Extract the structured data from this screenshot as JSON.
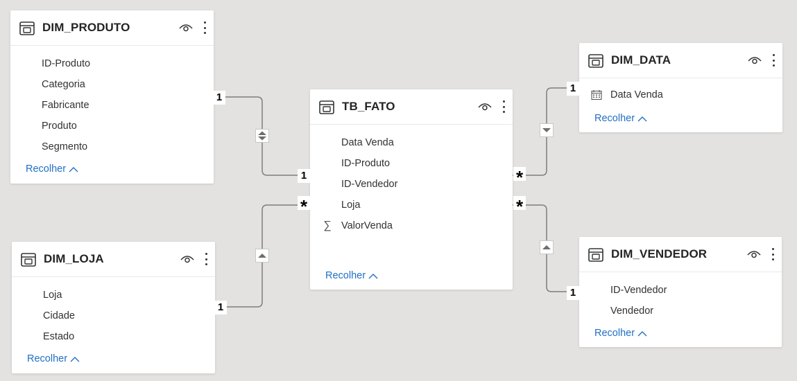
{
  "tables": {
    "dim_produto": {
      "title": "DIM_PRODUTO",
      "fields": [
        "ID-Produto",
        "Categoria",
        "Fabricante",
        "Produto",
        "Segmento"
      ],
      "collapse_label": "Recolher"
    },
    "dim_loja": {
      "title": "DIM_LOJA",
      "fields": [
        "Loja",
        "Cidade",
        "Estado"
      ],
      "collapse_label": "Recolher"
    },
    "tb_fato": {
      "title": "TB_FATO",
      "fields": [
        "Data Venda",
        "ID-Produto",
        "ID-Vendedor",
        "Loja",
        "ValorVenda"
      ],
      "collapse_label": "Recolher"
    },
    "dim_data": {
      "title": "DIM_DATA",
      "fields": [
        "Data Venda"
      ],
      "collapse_label": "Recolher"
    },
    "dim_vendedor": {
      "title": "DIM_VENDEDOR",
      "fields": [
        "ID-Vendedor",
        "Vendedor"
      ],
      "collapse_label": "Recolher"
    }
  },
  "relationships": {
    "produto_fato": {
      "from_cardinality": "1",
      "to_cardinality": "1",
      "direction": "both"
    },
    "loja_fato": {
      "from_cardinality": "1",
      "to_cardinality": "*",
      "direction": "single"
    },
    "data_fato": {
      "from_cardinality": "1",
      "to_cardinality": "*",
      "direction": "single"
    },
    "vendedor_fato": {
      "from_cardinality": "1",
      "to_cardinality": "*",
      "direction": "single"
    }
  },
  "icons": {
    "table": "table-icon",
    "visibility": "eye-icon",
    "more": "more-options-icon",
    "calendar": "calendar-icon",
    "sigma": "sigma-icon",
    "chevron": "chevron-up-icon"
  },
  "colors": {
    "canvas": "#e3e2e0",
    "link": "#1f6fc5",
    "line": "#7a7a7a"
  }
}
